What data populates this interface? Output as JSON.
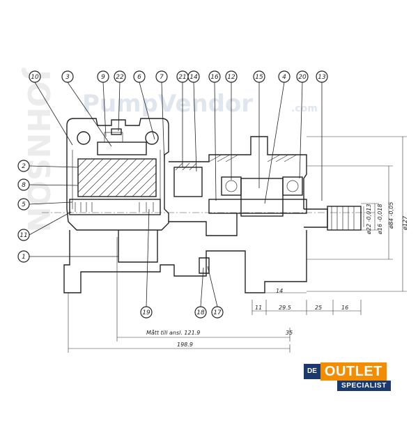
{
  "watermark": {
    "brand": "PumpVendor",
    "domain": ".com",
    "side_text": "JOHNSON"
  },
  "callouts": {
    "top": [
      "10",
      "3",
      "9",
      "22",
      "6",
      "7",
      "21",
      "14",
      "16",
      "12",
      "15",
      "4",
      "20",
      "13"
    ],
    "left": [
      "2",
      "8",
      "5",
      "11",
      "1"
    ],
    "bottom": [
      "19",
      "18",
      "17"
    ]
  },
  "dimensions": {
    "shaft_d1": "ø16 -0,018",
    "shaft_d2": "ø22 -0,013",
    "flange_d": "ø84 -0,05",
    "overall_h": "ø127",
    "mott": "Mått till ansl. 121.9",
    "total_len": "198.9",
    "len_35": "35",
    "len_11": "11",
    "len_29": "29.5",
    "len_25": "25",
    "len_16": "16",
    "len_14": "14"
  },
  "logo": {
    "de": "DE",
    "outlet": "OUTLET",
    "specialist": "SPECIALIST",
    "colors": {
      "navy": "#1a3a6e",
      "orange": "#f28c00"
    }
  }
}
